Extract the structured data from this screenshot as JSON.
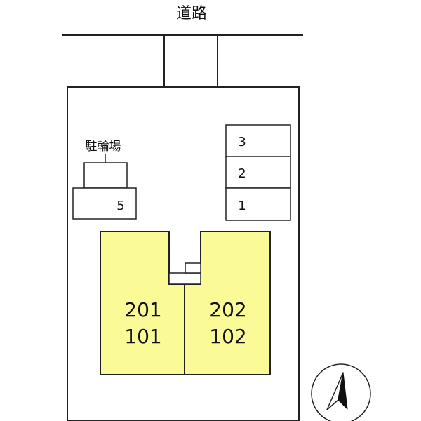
{
  "road": {
    "label": "道路"
  },
  "bicycle_parking": {
    "label": "駐輪場"
  },
  "parking_slots": [
    {
      "number": "3"
    },
    {
      "number": "2"
    },
    {
      "number": "1"
    },
    {
      "number": "5"
    }
  ],
  "units": [
    {
      "upper": "201",
      "lower": "101"
    },
    {
      "upper": "202",
      "lower": "102"
    }
  ],
  "colors": {
    "building_fill": "#fafa96",
    "line": "#222222",
    "background": "#ffffff"
  },
  "compass": {
    "icon": "north-arrow-icon"
  }
}
